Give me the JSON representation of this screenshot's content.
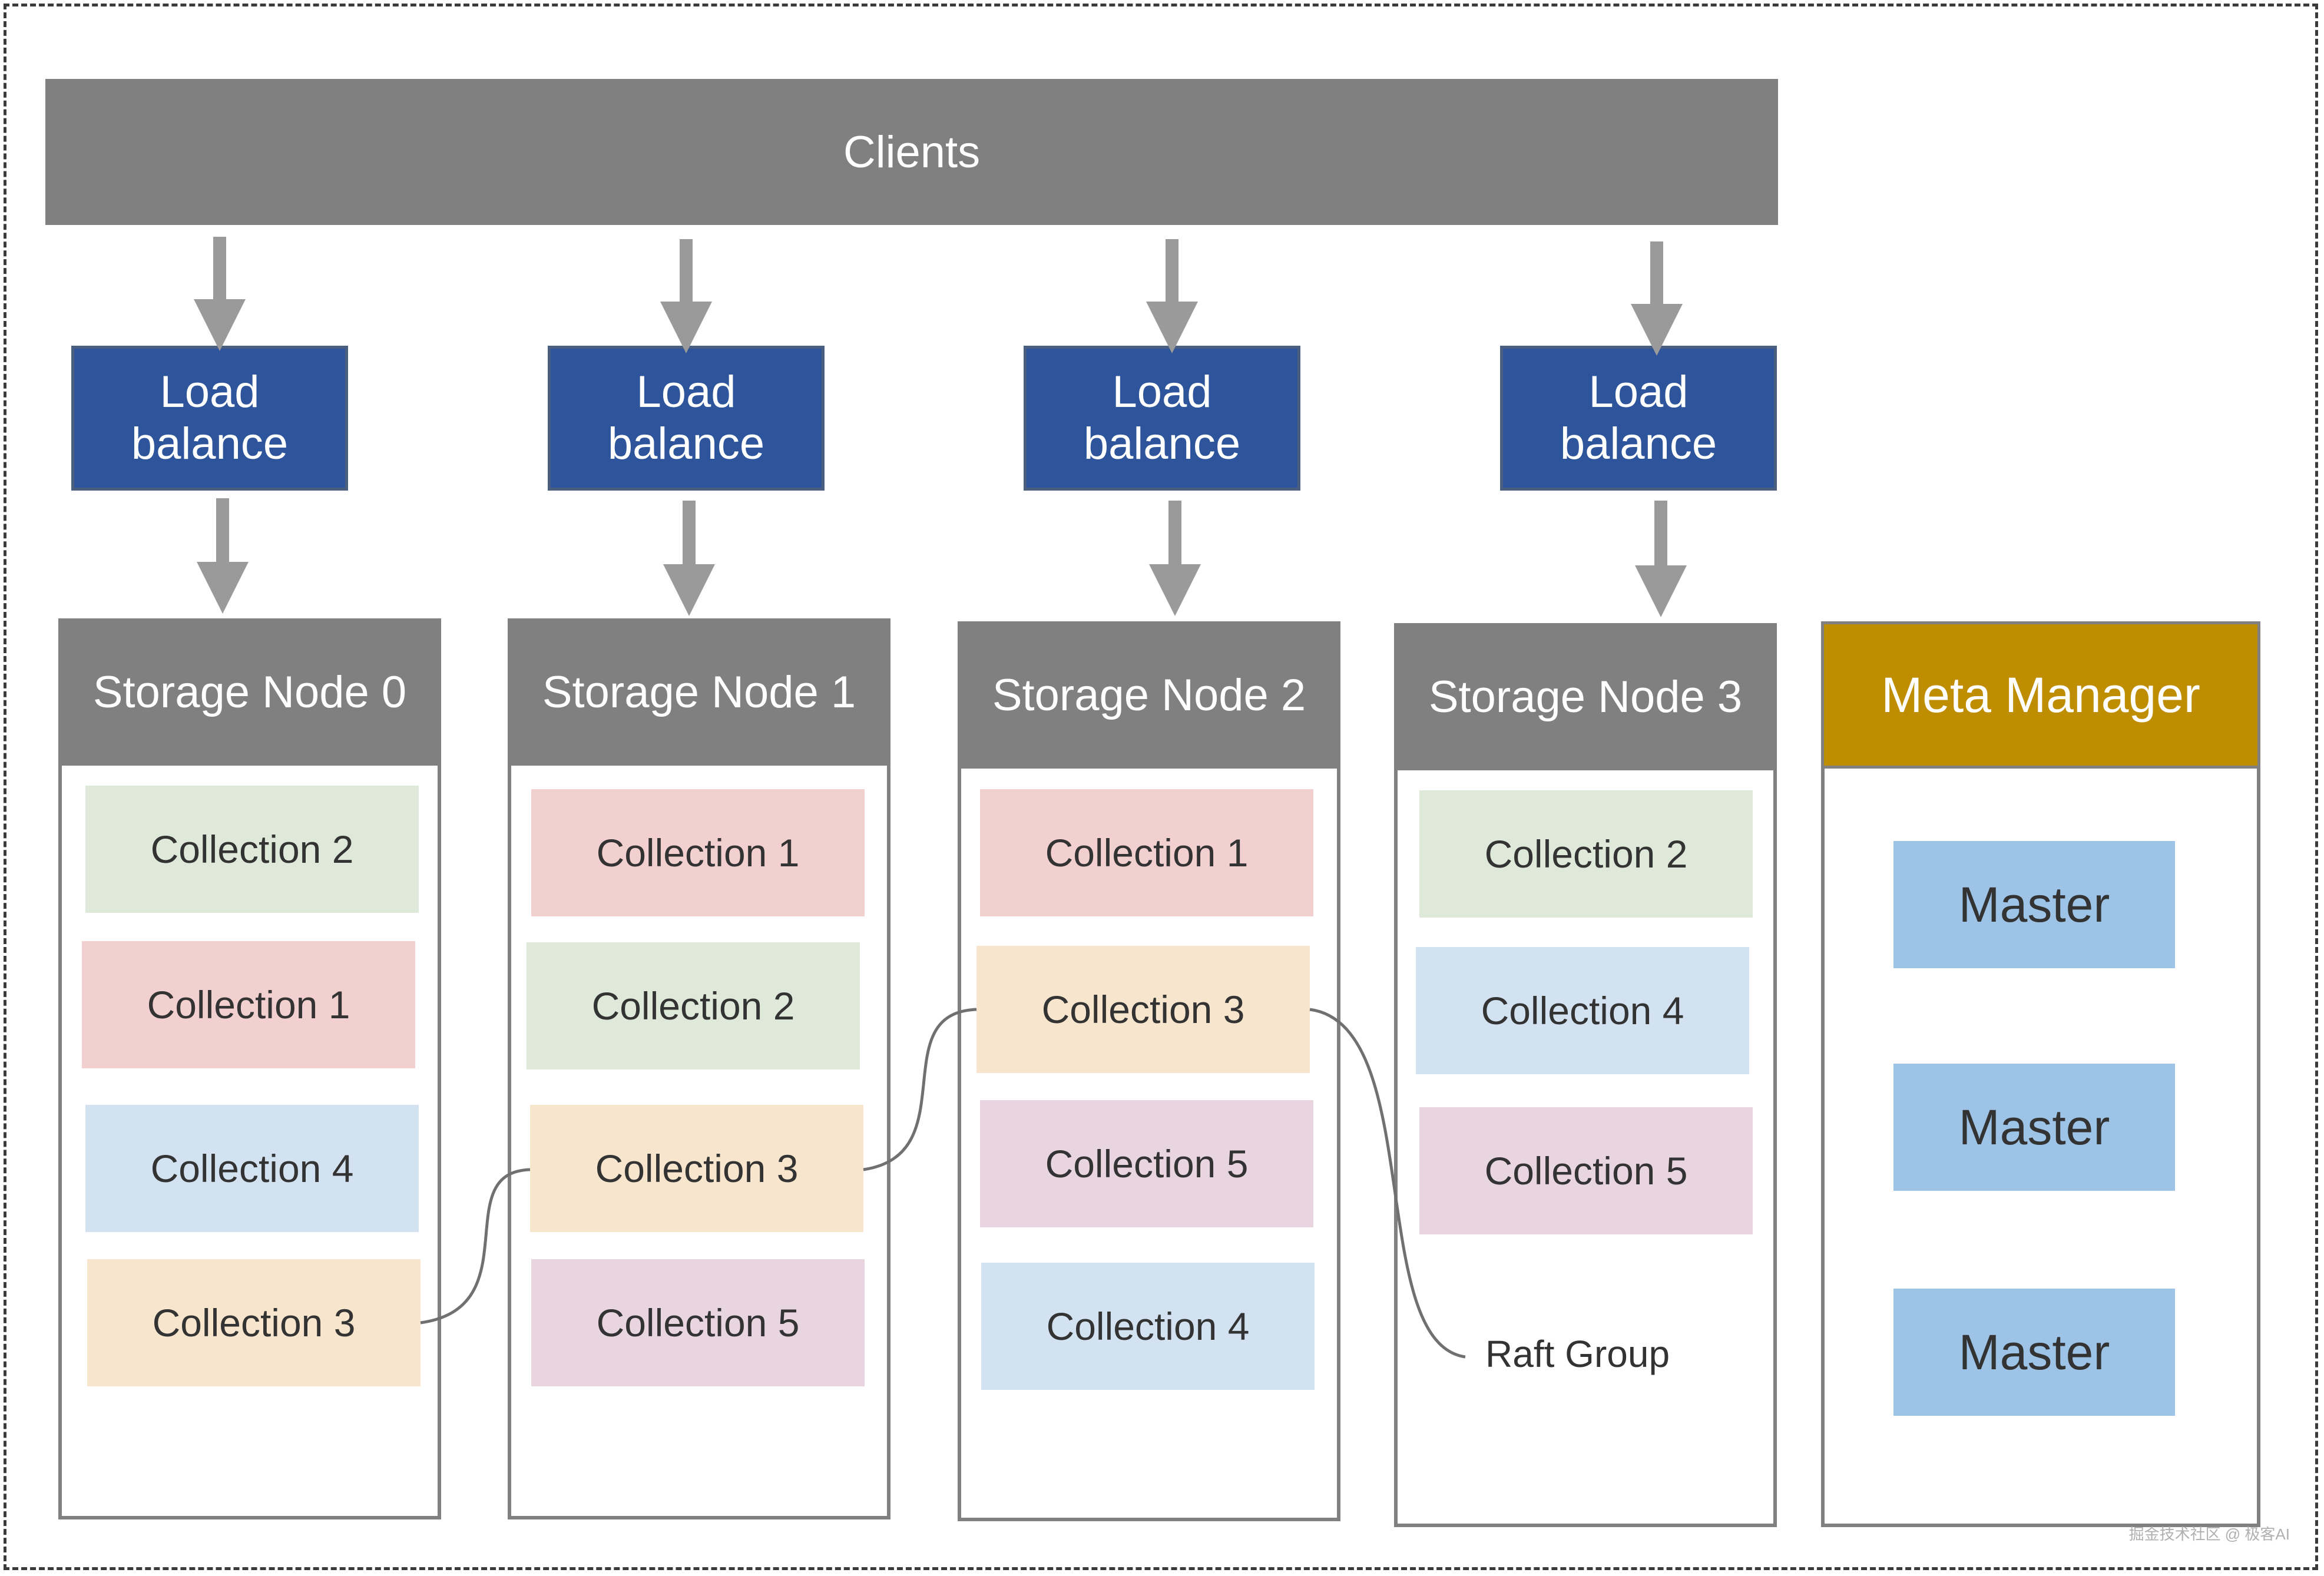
{
  "clients": {
    "label": "Clients"
  },
  "load_balancers": [
    {
      "label": "Load balance"
    },
    {
      "label": "Load balance"
    },
    {
      "label": "Load balance"
    },
    {
      "label": "Load balance"
    }
  ],
  "storage_nodes": [
    {
      "title": "Storage Node 0",
      "collections": [
        "Collection 2",
        "Collection 1",
        "Collection 4",
        "Collection 3"
      ]
    },
    {
      "title": "Storage Node 1",
      "collections": [
        "Collection 1",
        "Collection 2",
        "Collection 3",
        "Collection 5"
      ]
    },
    {
      "title": "Storage Node 2",
      "collections": [
        "Collection 1",
        "Collection 3",
        "Collection 5",
        "Collection 4"
      ]
    },
    {
      "title": "Storage Node 3",
      "collections": [
        "Collection 2",
        "Collection 4",
        "Collection 5"
      ]
    }
  ],
  "meta_manager": {
    "title": "Meta Manager",
    "masters": [
      "Master",
      "Master",
      "Master"
    ]
  },
  "raft_group": {
    "label": "Raft Group"
  },
  "watermark": "掘金技术社区 @ 极客AI",
  "colors": {
    "clients": "#808080",
    "load_balance": "#2e559b",
    "node_header": "#808080",
    "meta_manager": "#bf8e00",
    "master": "#9dc3e6",
    "collection_1": "#f2d0d0",
    "collection_2": "#dfe9da",
    "collection_3": "#f7e6cd",
    "collection_4": "#d3e2f0",
    "collection_5": "#e8d5df"
  }
}
